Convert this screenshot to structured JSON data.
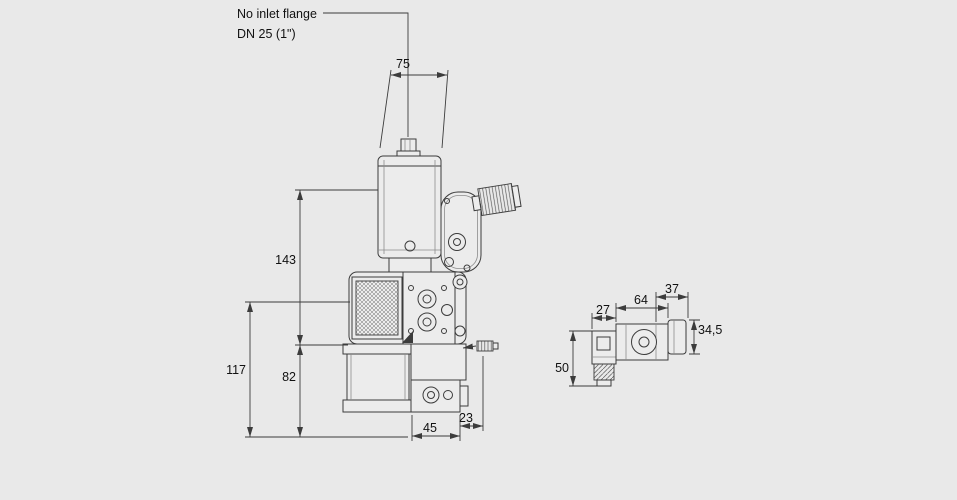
{
  "colors": {
    "background": "#e9e9e9",
    "line": "#3c3c3c",
    "text": "#111111"
  },
  "annotation": {
    "title_line1": "No inlet flange",
    "title_line2": "DN 25 (1\")"
  },
  "dimensions_front_view": {
    "top_width": "75",
    "upper_height": "143",
    "total_height": "117",
    "lower_height": "82",
    "bottom_width": "45",
    "bottom_offset": "23"
  },
  "dimensions_side_view": {
    "connector_width": "27",
    "body_width": "64",
    "flange_depth": "37",
    "flange_height": "34,5",
    "coil_height": "50"
  }
}
